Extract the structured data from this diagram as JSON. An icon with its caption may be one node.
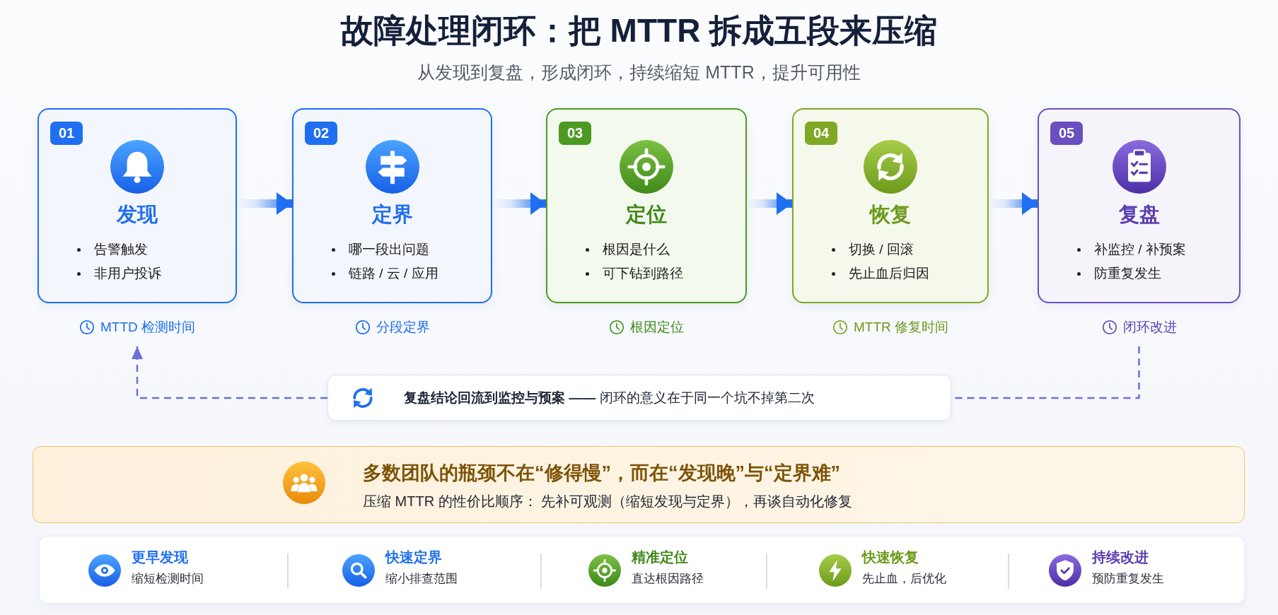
{
  "diagram": {
    "title": "故障处理闭环：把 MTTR 拆成五段来压缩",
    "nodes": [
      {
        "text": [
          "01",
          "发现",
          "告警触发",
          "非用户投诉"
        ],
        "beside": [
          "MTTD 检测时间"
        ]
      },
      {
        "text": [
          "02",
          "定界",
          "哪一段出问题",
          "链路 / 云 / 应用"
        ],
        "beside": [
          "分段定界"
        ]
      },
      {
        "text": [
          "03",
          "定位",
          "根因是什么",
          "可下钻到路径"
        ],
        "beside": [
          "根因定位"
        ]
      },
      {
        "text": [
          "04",
          "恢复",
          "切换 / 回滚",
          "先止血后归因"
        ],
        "beside": [
          "MTTR 修复时间"
        ]
      },
      {
        "text": [
          "05",
          "复盘",
          "补监控 / 补预案",
          "防重复发生"
        ],
        "beside": [
          "闭环改进"
        ]
      },
      {
        "text": [
          "**复盘结论回流到监控与预案 ——** 闭环的意义在于同一个坑不掉第二次"
        ]
      },
      {
        "text": [
          "多数团队的瓶颈不在“修得慢”，而在“发现晚”与“定界难”",
          "压缩 MTTR 的性价比顺序： 先补可观测（缩短发现与定界），再谈自动化修复"
        ]
      }
    ],
    "edges": [
      {
        "from": 0,
        "to": 1,
        "arrow": "to"
      },
      {
        "from": 1,
        "to": 2,
        "arrow": "to"
      },
      {
        "from": 2,
        "to": 3,
        "arrow": "to"
      },
      {
        "from": 3,
        "to": 4,
        "arrow": "to"
      },
      {
        "from": 4,
        "to": 5,
        "arrow": "none",
        "style": "dashed",
        "color": "#6b6fd6"
      },
      {
        "from": 5,
        "to": 0,
        "arrow": "to",
        "style": "dashed",
        "color": "#6b6fd6"
      }
    ],
    "labels": [
      "从发现到复盘，形成闭环，持续缩短 MTTR，提升可用性",
      "更早发现",
      "缩短检测时间",
      "快速定界",
      "缩小排查范围",
      "精准定位",
      "直达根因路径",
      "快速恢复",
      "先止血，后优化",
      "持续改进",
      "预防重复发生"
    ]
  }
}
